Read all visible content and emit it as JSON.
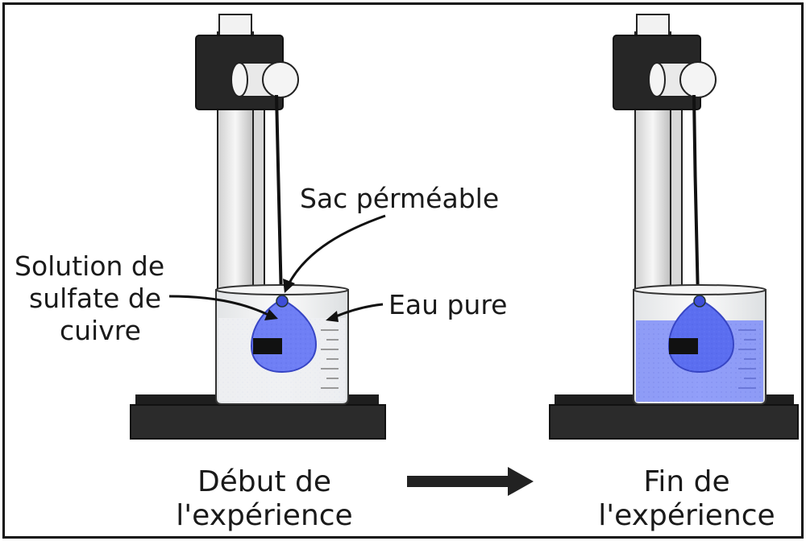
{
  "labels": {
    "sac_permeable": "Sac pérméable",
    "solution_line1": "Solution de",
    "solution_line2": "sulfate de",
    "solution_line3": "cuivre",
    "eau_pure": "Eau pure",
    "debut_line1": "Début de",
    "debut_line2": "l'expérience",
    "fin_line1": "Fin de",
    "fin_line2": "l'expérience"
  },
  "colors": {
    "copper_sulfate_blue": "#5b6ef0",
    "stand_black": "#2b2b2b",
    "water_clear": "#eef0f2"
  },
  "icons": [
    "arrow-right-icon"
  ]
}
